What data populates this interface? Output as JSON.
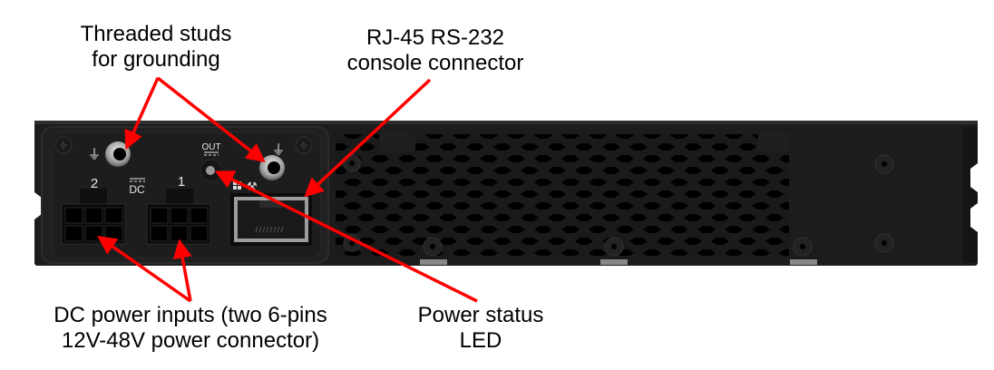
{
  "diagram": {
    "subject": "Device rear panel",
    "callouts": [
      {
        "id": "grounding-studs",
        "lines": [
          "Threaded studs",
          "for grounding"
        ]
      },
      {
        "id": "console-connector",
        "lines": [
          "RJ-45 RS-232",
          "console connector"
        ]
      },
      {
        "id": "dc-power-inputs",
        "lines": [
          "DC power inputs (two 6-pins",
          "12V-48V power connector)"
        ]
      },
      {
        "id": "power-status-led",
        "lines": [
          "Power status",
          "LED"
        ]
      }
    ],
    "panel_markings": {
      "port_2": "2",
      "port_1": "1",
      "dc": "DC",
      "out": "OUT",
      "ground_symbol": "⏚"
    },
    "colors": {
      "arrow": "#ff0000",
      "chassis": "#1a1a1a",
      "vent_hole": "#000000",
      "background": "#ffffff"
    }
  }
}
